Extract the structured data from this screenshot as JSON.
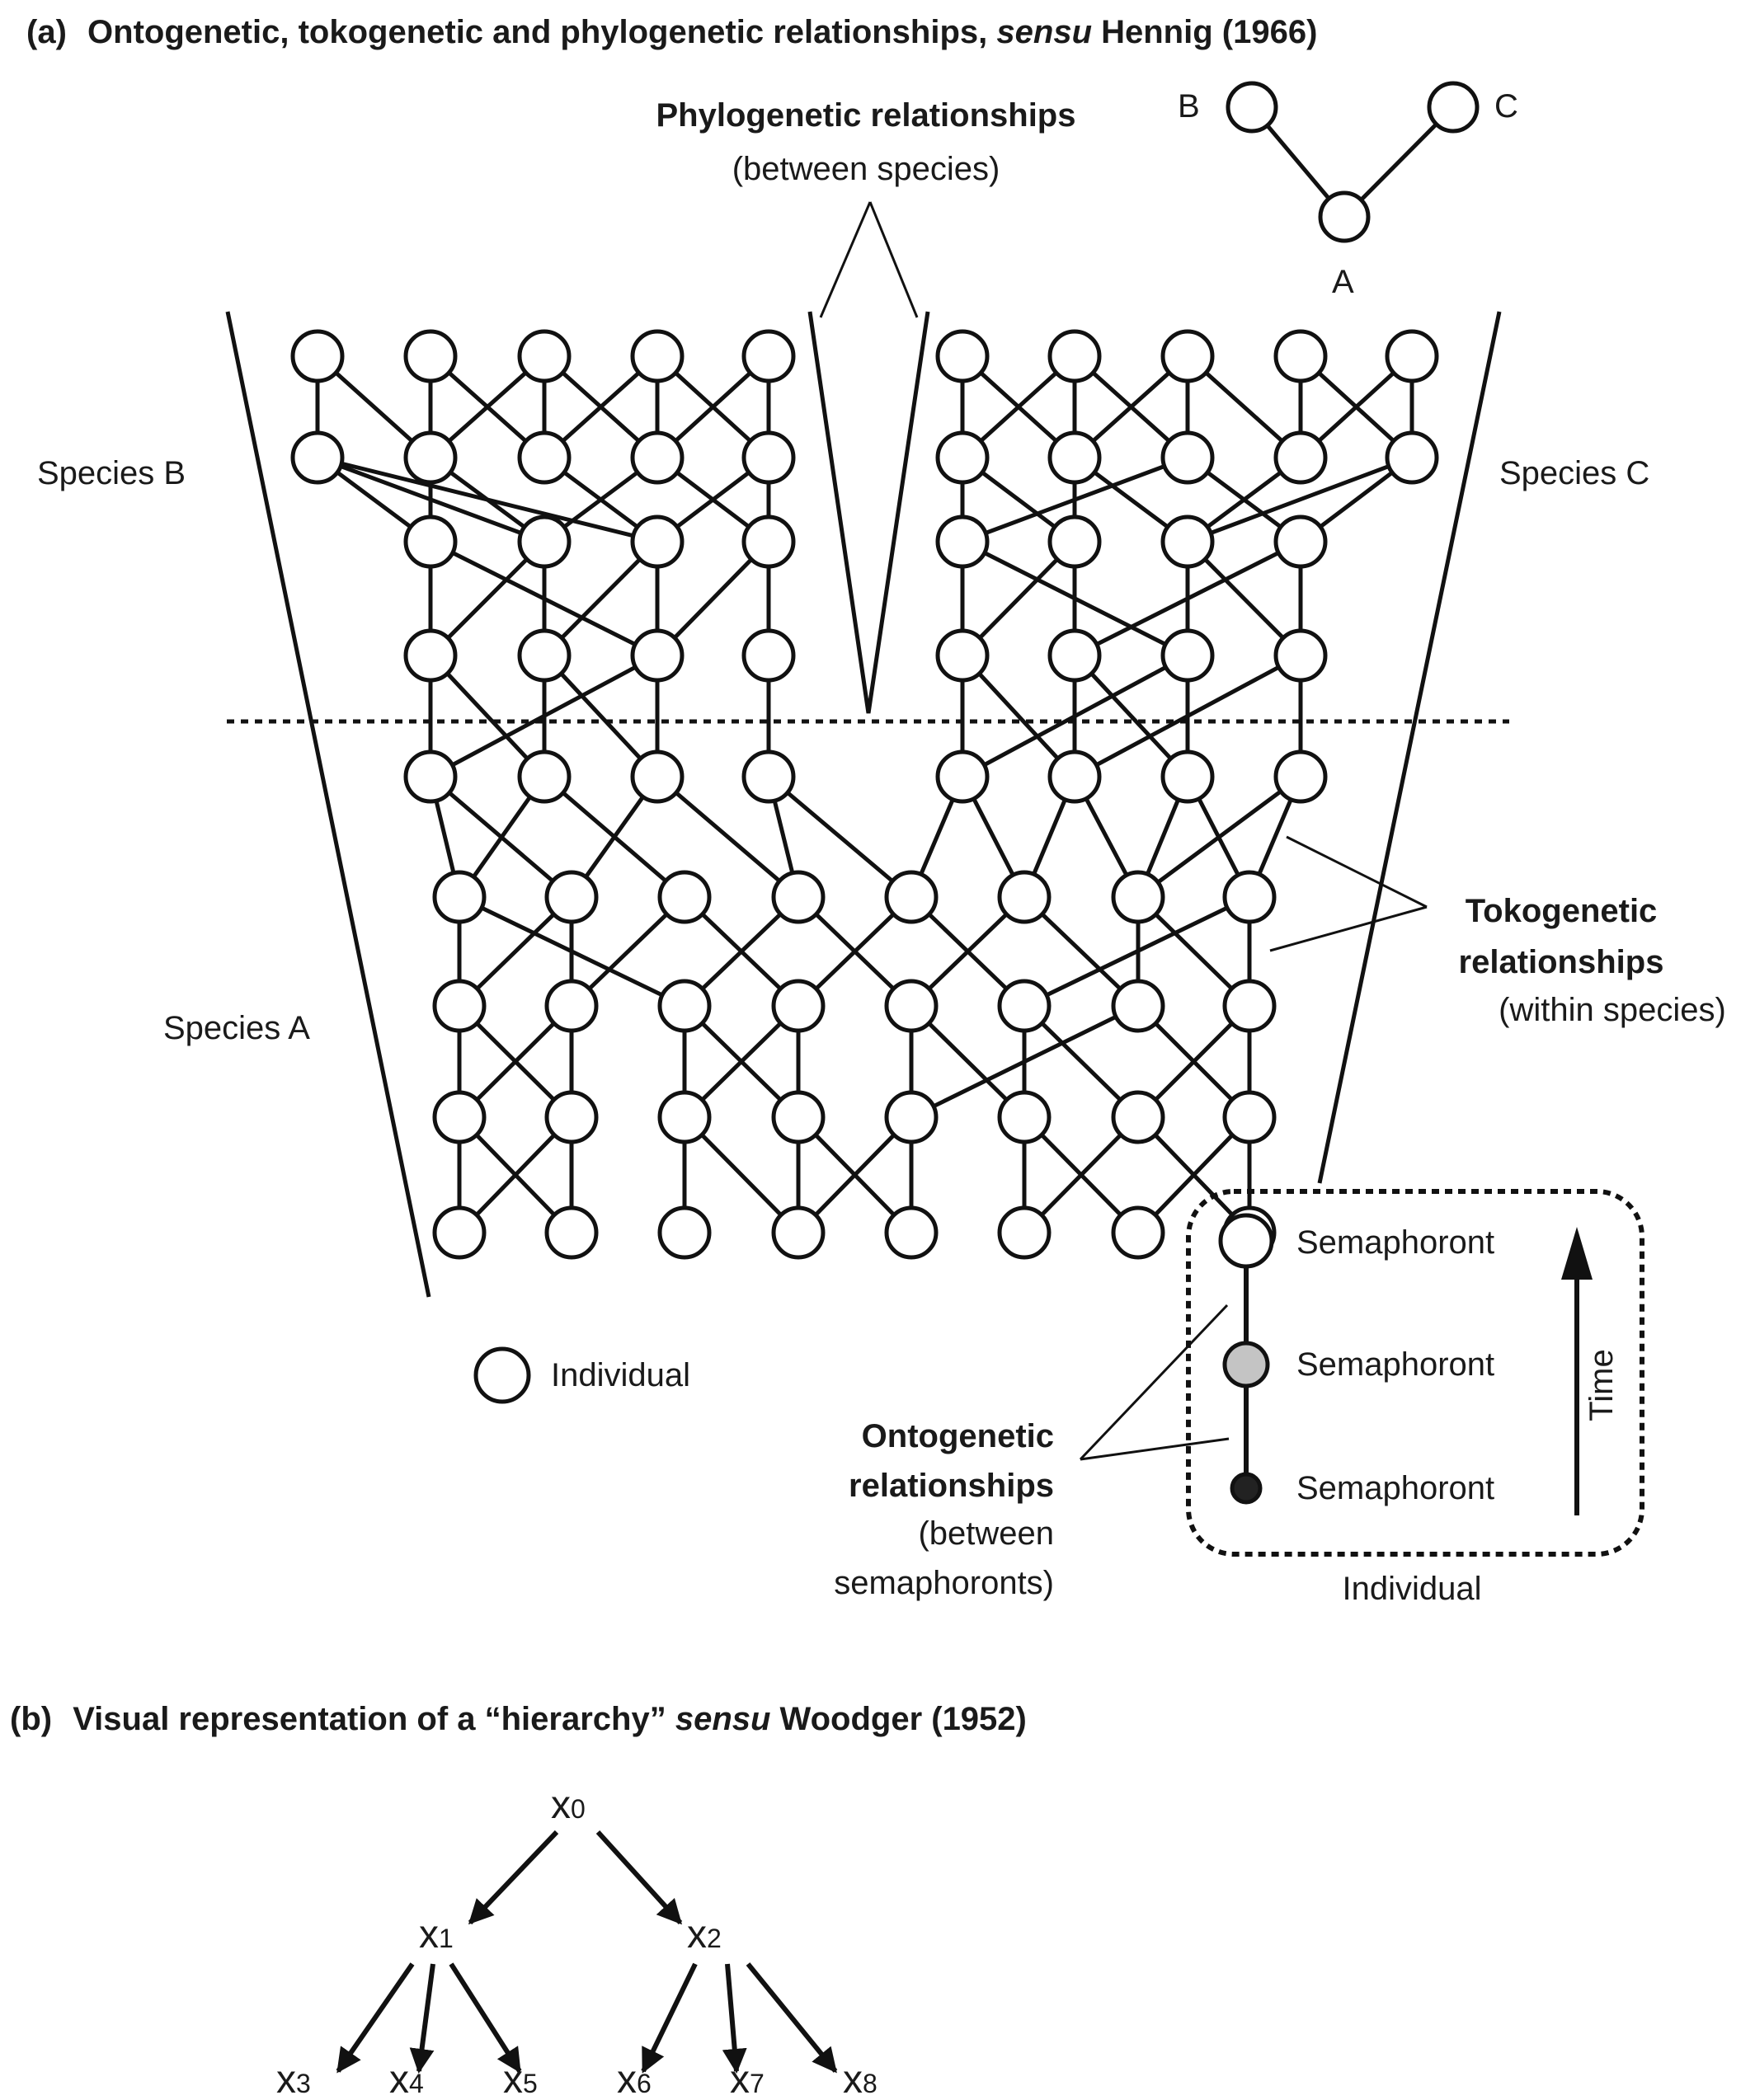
{
  "panel_a": {
    "title_prefix": "(a)",
    "title_main": "Ontogenetic, tokogenetic and phylogenetic relationships, ",
    "title_italic": "sensu",
    "title_end": " Hennig (1966)",
    "phylo_label": "Phylogenetic relationships",
    "phylo_sub": "(between species)",
    "mini_tree": {
      "b": "B",
      "c": "C",
      "a": "A"
    },
    "species_b": "Species B",
    "species_c": "Species C",
    "species_a": "Species A",
    "toko_line1": "Tokogenetic",
    "toko_line2": "relationships",
    "toko_sub": "(within species)",
    "legend_individual": "Individual",
    "onto_line1": "Ontogenetic",
    "onto_line2": "relationships",
    "onto_sub1": "(between",
    "onto_sub2": "semaphoronts)",
    "semaphoront": "Semaphoront",
    "time": "Time",
    "box_label": "Individual",
    "colors": {
      "ink": "#111111",
      "semaphoront_mid": "#c4c4c4",
      "semaphoront_old": "#222222"
    }
  },
  "panel_b": {
    "title_prefix": "(b)",
    "title_main": "Visual representation of a “hierarchy” ",
    "title_italic": "sensu",
    "title_end": " Woodger (1952)",
    "nodes": [
      {
        "base": "x",
        "sub": "0"
      },
      {
        "base": "x",
        "sub": "1"
      },
      {
        "base": "x",
        "sub": "2"
      },
      {
        "base": "x",
        "sub": "3"
      },
      {
        "base": "x",
        "sub": "4"
      },
      {
        "base": "x",
        "sub": "5"
      },
      {
        "base": "x",
        "sub": "6"
      },
      {
        "base": "x",
        "sub": "7"
      },
      {
        "base": "x",
        "sub": "8"
      }
    ]
  }
}
